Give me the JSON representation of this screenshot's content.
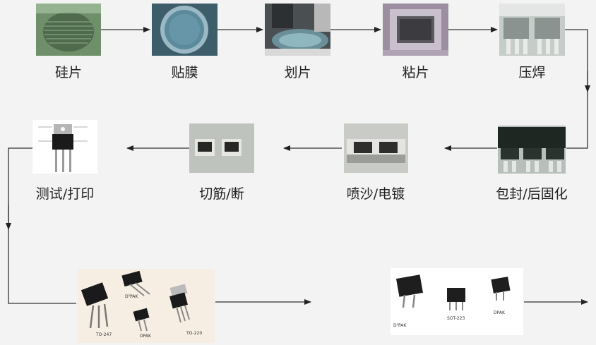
{
  "steps": [
    {
      "label": "硅片"
    },
    {
      "label": "贴膜"
    },
    {
      "label": "划片"
    },
    {
      "label": "粘片"
    },
    {
      "label": "压焊"
    },
    {
      "label": "包封/后固化"
    },
    {
      "label": "喷沙/电镀"
    },
    {
      "label": "切筋/断"
    },
    {
      "label": "测试/打印"
    }
  ],
  "packages_left": {
    "labels": [
      "TO-247",
      "D²PAK",
      "TO-220",
      "DPAK"
    ]
  },
  "packages_right": {
    "labels": [
      "D²PAK",
      "SOT-223",
      "DPAK"
    ]
  },
  "colors": {
    "line": "#333333",
    "background": "#f3f3f3"
  }
}
